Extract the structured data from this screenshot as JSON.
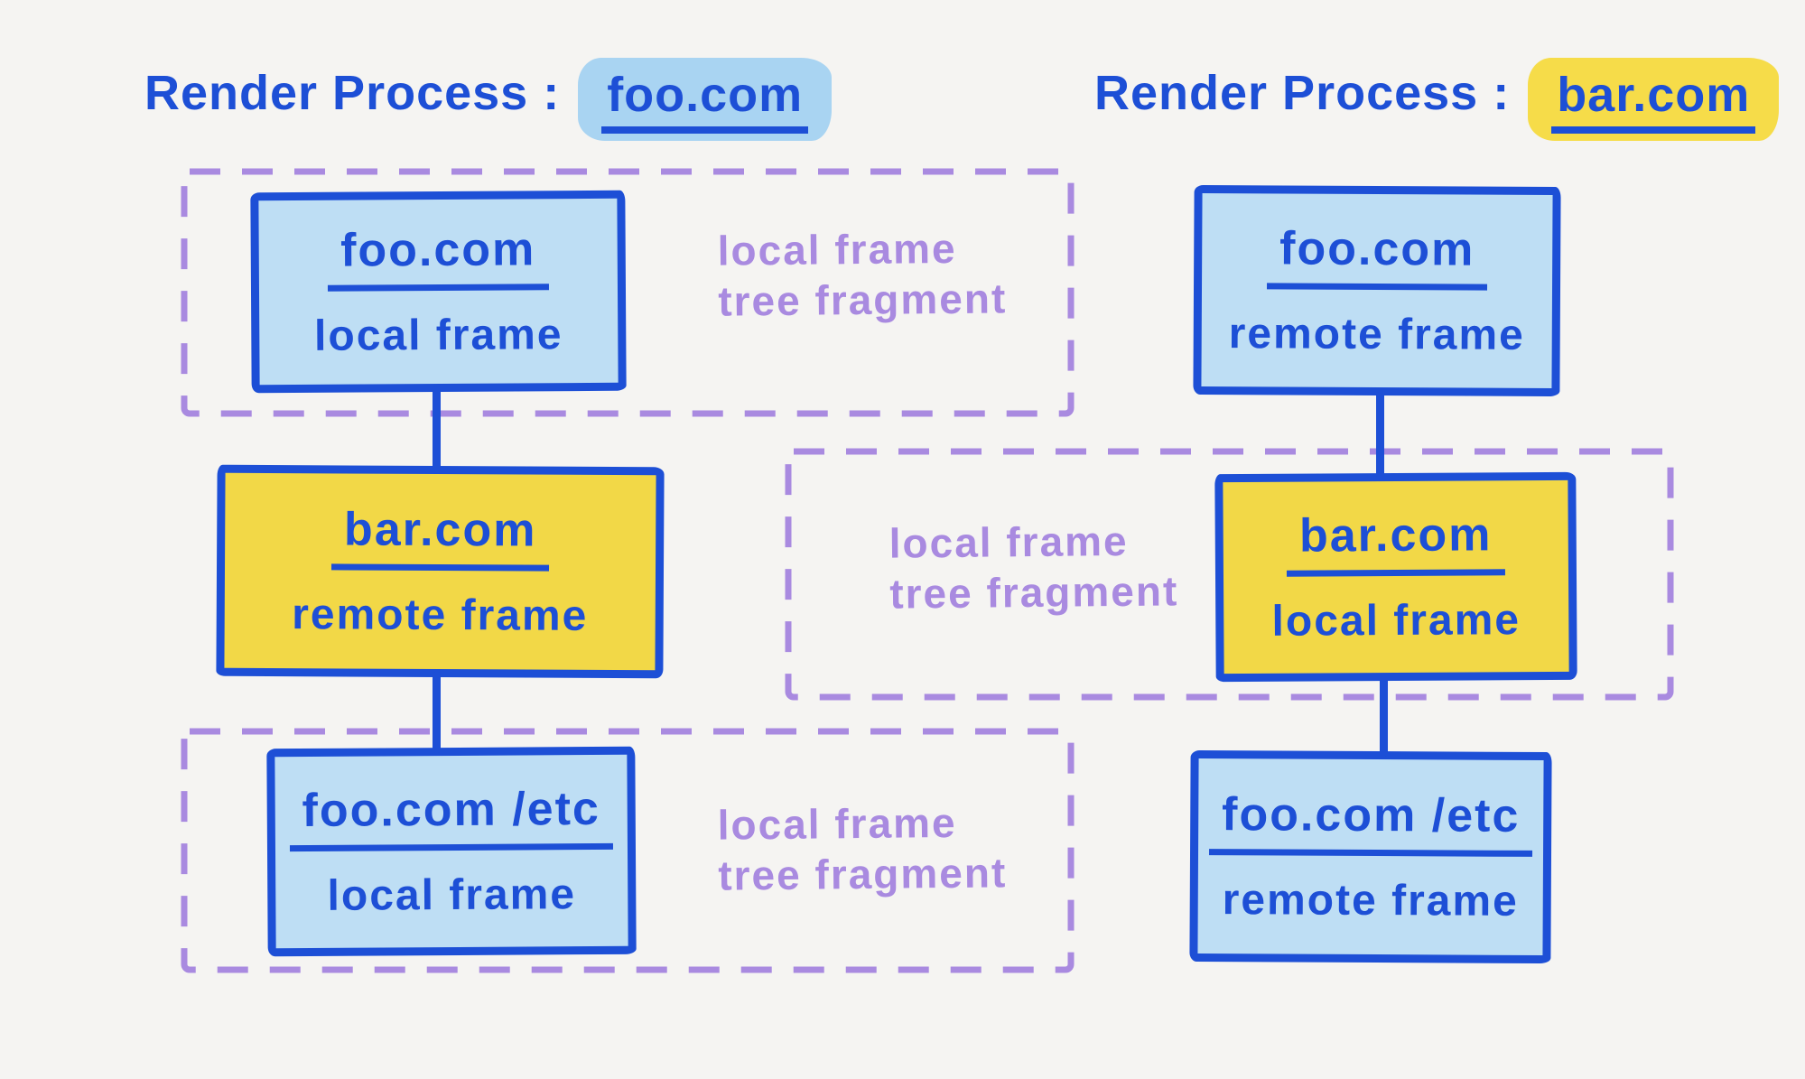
{
  "palette": {
    "ink_blue": "#1d4fd6",
    "node_fill_blue": "#bedef4",
    "title_highlight_blue": "#a9d4f2",
    "node_fill_yellow": "#f2d847",
    "title_highlight_yellow": "#f6dc49",
    "fragment_purple": "#a98ae0",
    "background": "#f5f4f2"
  },
  "left_process": {
    "title_prefix": "Render Process :",
    "title_domain": "foo.com",
    "nodes": [
      {
        "domain": "foo.com",
        "frame_type": "local frame"
      },
      {
        "domain": "bar.com",
        "frame_type": "remote frame"
      },
      {
        "domain": "foo.com /etc",
        "frame_type": "local frame"
      }
    ],
    "fragment_labels": [
      {
        "line1": "local frame",
        "line2": "tree fragment"
      },
      {
        "line1": "local frame",
        "line2": "tree fragment"
      }
    ]
  },
  "right_process": {
    "title_prefix": "Render Process :",
    "title_domain": "bar.com",
    "nodes": [
      {
        "domain": "foo.com",
        "frame_type": "remote frame"
      },
      {
        "domain": "bar.com",
        "frame_type": "local frame"
      },
      {
        "domain": "foo.com /etc",
        "frame_type": "remote frame"
      }
    ],
    "fragment_labels": [
      {
        "line1": "local frame",
        "line2": "tree fragment"
      }
    ]
  }
}
